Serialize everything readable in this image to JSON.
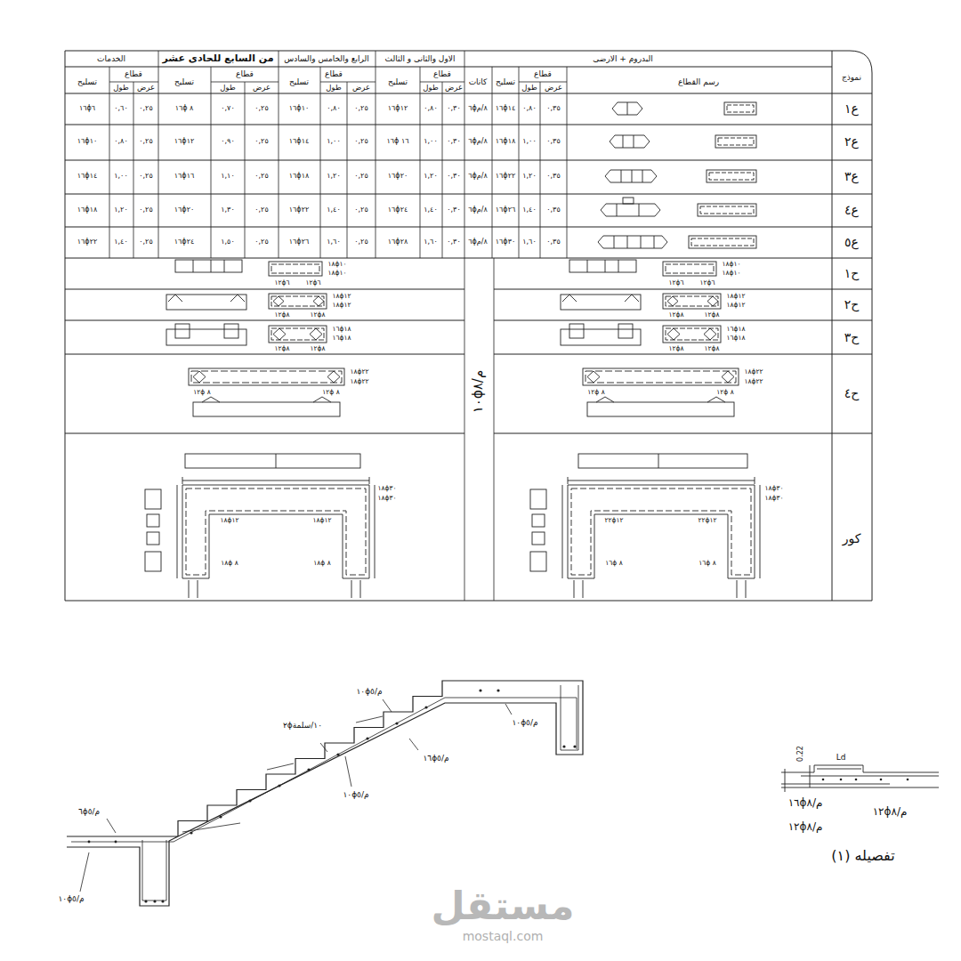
{
  "diagram": {
    "labels": [
      "نموذج",
      "البدروم + الارضى",
      "رسم القطاع",
      "قطاع",
      "عرض",
      "طول",
      "تسليح",
      "كانات",
      "الاول والثانى و الثالث",
      "قطاع",
      "عرض",
      "طول",
      "تسليح",
      "الرابع والخامس والسادس",
      "قطاع",
      "عرض",
      "طول",
      "تسليح",
      "من السابع للحادى عشر",
      "قطاع",
      "عرض",
      "طول",
      "تسليح",
      "الخدمات",
      "قطاع",
      "عرض",
      "طول",
      "تسليح",
      "ع١",
      "٠,٣٥",
      "٠,٨٠",
      "١٦ϕ١٤",
      "٦ϕ٨/م",
      "٠,٣٠",
      "٠,٨٠",
      "١٦ϕ١٢",
      "٠,٢٥",
      "٠,٨٠",
      "١٦ϕ١٠",
      "٠,٢٥",
      "٠,٧٠",
      "١٦ϕ ٨",
      "٠,٢٥",
      "٠,٦٠",
      "١٦ϕ٦",
      "ع٢",
      "٠,٣٥",
      "١,٠٠",
      "١٦ϕ١٨",
      "٦ϕ٨/م",
      "٠,٣٠",
      "١,٠٠",
      "١٦ϕ ١٦",
      "٠,٢٥",
      "١,٠٠",
      "١٦ϕ١٤",
      "٠,٢٥",
      "٠,٩٠",
      "١٦ϕ١٢",
      "٠,٢٥",
      "٠,٨٠",
      "١٦ϕ١٠",
      "ع٣",
      "٠,٣٥",
      "١,٢٠",
      "١٦ϕ٢٢",
      "٦ϕ٨/م",
      "٠,٣٠",
      "١,٢٠",
      "١٦ϕ٢٠",
      "٠,٢٥",
      "١,٢٠",
      "١٦ϕ١٨",
      "٠,٢٥",
      "١,١٠",
      "١٦ϕ١٦",
      "٠,٢٥",
      "١,٠٠",
      "١٦ϕ١٤",
      "ع٤",
      "٠,٣٥",
      "١,٤٠",
      "١٦ϕ٢٦",
      "٦ϕ٨/م",
      "٠,٣٠",
      "١,٤٠",
      "١٦ϕ٢٤",
      "٠,٢٥",
      "١,٤٠",
      "١٦ϕ٢٢",
      "٠,٢٥",
      "١,٣٠",
      "١٦ϕ٢٠",
      "٠,٢٥",
      "١,٢٠",
      "١٦ϕ١٨",
      "ع٥",
      "٠,٣٥",
      "١,٦٠",
      "١٦ϕ٣٠",
      "٦ϕ٨/م",
      "٠,٣٠",
      "١,٦٠",
      "١٦ϕ٢٨",
      "٠,٢٥",
      "١,٦٠",
      "١٦ϕ٢٦",
      "٠,٢٥",
      "١,٥٠",
      "١٦ϕ٢٤",
      "٠,٢٥",
      "١,٤٠",
      "١٦ϕ٢٢",
      "ح١",
      "١٨ϕ١٠",
      "١٨ϕ١٠",
      "١٢ϕ٦",
      "١٢ϕ٦",
      "١٨ϕ١٠",
      "١٨ϕ١٠",
      "١٢ϕ٦",
      "١٢ϕ٦",
      "ح٢",
      "١٨ϕ١٢",
      "١٨ϕ١٢",
      "١٢ϕ٨",
      "١٢ϕ٨",
      "١٨ϕ١٢",
      "١٨ϕ١٢",
      "١٢ϕ٨",
      "١٢ϕ٨",
      "ح٣",
      "١٦ϕ١٨",
      "١٦ϕ١٨",
      "١٢ϕ٨",
      "١٢ϕ٨",
      "١٦ϕ١٨",
      "١٦ϕ١٨",
      "١٢ϕ٨",
      "١٢ϕ٨",
      "ح٤",
      "١٨ϕ٢٢",
      "١٨ϕ٢٢",
      "١٢ϕ ٨",
      "١٢ϕ ٨",
      "١٨ϕ٢٢",
      "١٨ϕ٢٢",
      "١٢ϕ ٨",
      "١٢ϕ ٨",
      "كور",
      "١٨ϕ٣٠",
      "١٨ϕ٣٠",
      "٢٢ϕ١٢",
      "٢٢ϕ١٢",
      "١٦ϕ ٨",
      "١٦ϕ ٨",
      "١٨ϕ٣٠",
      "١٨ϕ٣٠",
      "١٨ϕ١٢",
      "١٨ϕ١٢",
      "١٨ϕ ٨",
      "١٨ϕ ٨",
      "م/١٠ϕ٨",
      "م/٦ϕ٥",
      "م/١٠ϕ٥",
      "٢ϕ١٠/سلمة",
      "م/١٦ϕ٥",
      "م/١٠ϕ٥",
      "م/١٠ϕ٥",
      "م/١٠ϕ٥",
      "0.22",
      "Ld",
      "م/١٦ϕ٨",
      "م/١٢ϕ٨",
      "م/١٢ϕ٨",
      "تفصيله (١)",
      "مستقل",
      "mostaql.com"
    ]
  }
}
